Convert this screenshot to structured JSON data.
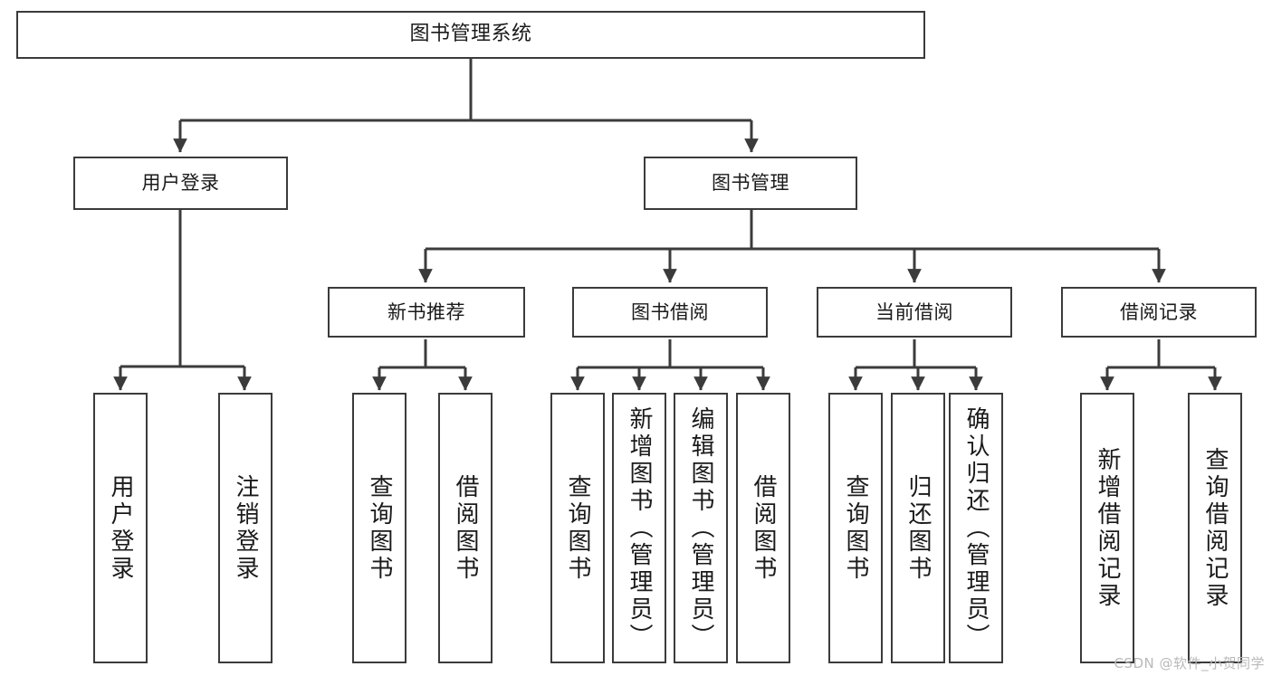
{
  "diagram": {
    "title": "图书管理系统",
    "type": "hierarchy-tree",
    "colors": {
      "box_border": "#3b3b3b",
      "box_fill": "#ffffff",
      "line": "#3b3b3b",
      "text": "#1a1a1a",
      "watermark": "#b9b9b9"
    },
    "nodes": {
      "root": {
        "label": "图书管理系统"
      },
      "level2": [
        {
          "id": "user-login",
          "label": "用户登录"
        },
        {
          "id": "book-manage",
          "label": "图书管理"
        }
      ],
      "level3": [
        {
          "id": "new-book-recommend",
          "label": "新书推荐"
        },
        {
          "id": "book-borrow",
          "label": "图书借阅"
        },
        {
          "id": "current-borrow",
          "label": "当前借阅"
        },
        {
          "id": "borrow-record",
          "label": "借阅记录"
        }
      ],
      "leaves": {
        "user_login": [
          {
            "id": "leaf-user-login",
            "label": "用户登录"
          },
          {
            "id": "leaf-logout-login",
            "label": "注销登录"
          }
        ],
        "new_book_recommend": [
          {
            "id": "leaf-query-book-1",
            "label": "查询图书"
          },
          {
            "id": "leaf-borrow-book-1",
            "label": "借阅图书"
          }
        ],
        "book_borrow": [
          {
            "id": "leaf-query-book-2",
            "label": "查询图书"
          },
          {
            "id": "leaf-add-book",
            "label": "新增图书（管理员）"
          },
          {
            "id": "leaf-edit-book",
            "label": "编辑图书（管理员）"
          },
          {
            "id": "leaf-borrow-book-2",
            "label": "借阅图书"
          }
        ],
        "current_borrow": [
          {
            "id": "leaf-query-book-3",
            "label": "查询图书"
          },
          {
            "id": "leaf-return-book",
            "label": "归还图书"
          },
          {
            "id": "leaf-confirm-return",
            "label": "确认归还（管理员）"
          }
        ],
        "borrow_record": [
          {
            "id": "leaf-add-record",
            "label": "新增借阅记录"
          },
          {
            "id": "leaf-query-record",
            "label": "查询借阅记录"
          }
        ]
      }
    },
    "watermark": "CSDN @软件_小贺同学"
  }
}
